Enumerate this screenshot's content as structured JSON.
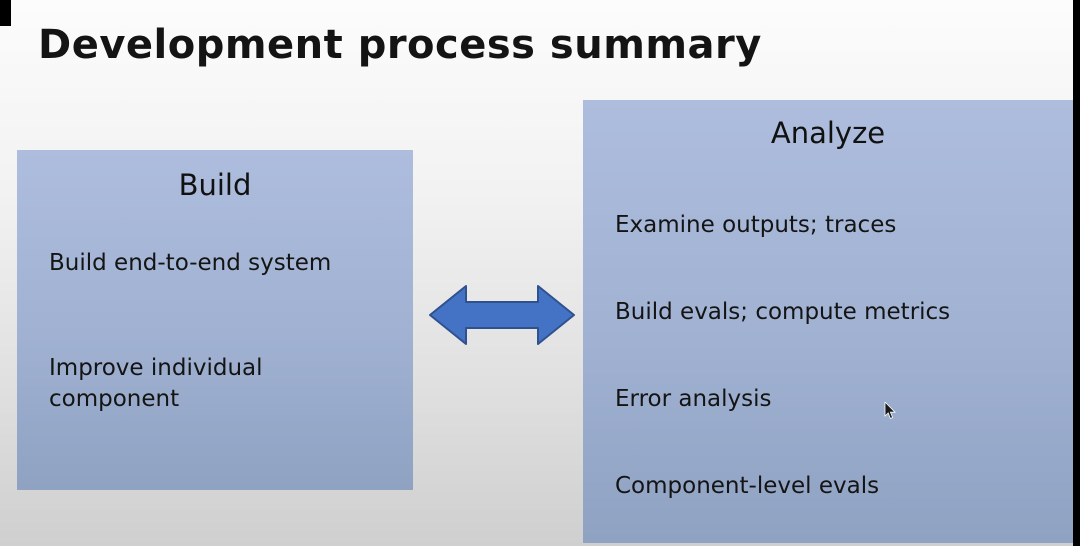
{
  "slide": {
    "title": "Development process summary"
  },
  "build_box": {
    "heading": "Build",
    "items": [
      "Build end-to-end system",
      "Improve individual component"
    ]
  },
  "analyze_box": {
    "heading": "Analyze",
    "items": [
      "Examine outputs; traces",
      "Build evals; compute metrics",
      "Error analysis",
      "Component-level evals"
    ]
  },
  "icons": {
    "double_arrow": "left-right-arrow-icon",
    "cursor": "mouse-cursor-icon"
  },
  "colors": {
    "box_fill_top": "#aebddd",
    "box_fill_bottom": "#8fa2c2",
    "arrow_fill": "#4472c4",
    "arrow_stroke": "#2f528f",
    "title_text": "#141414",
    "body_text": "#141414",
    "background_top": "#fcfcfc",
    "background_bottom": "#cfcfcf"
  }
}
